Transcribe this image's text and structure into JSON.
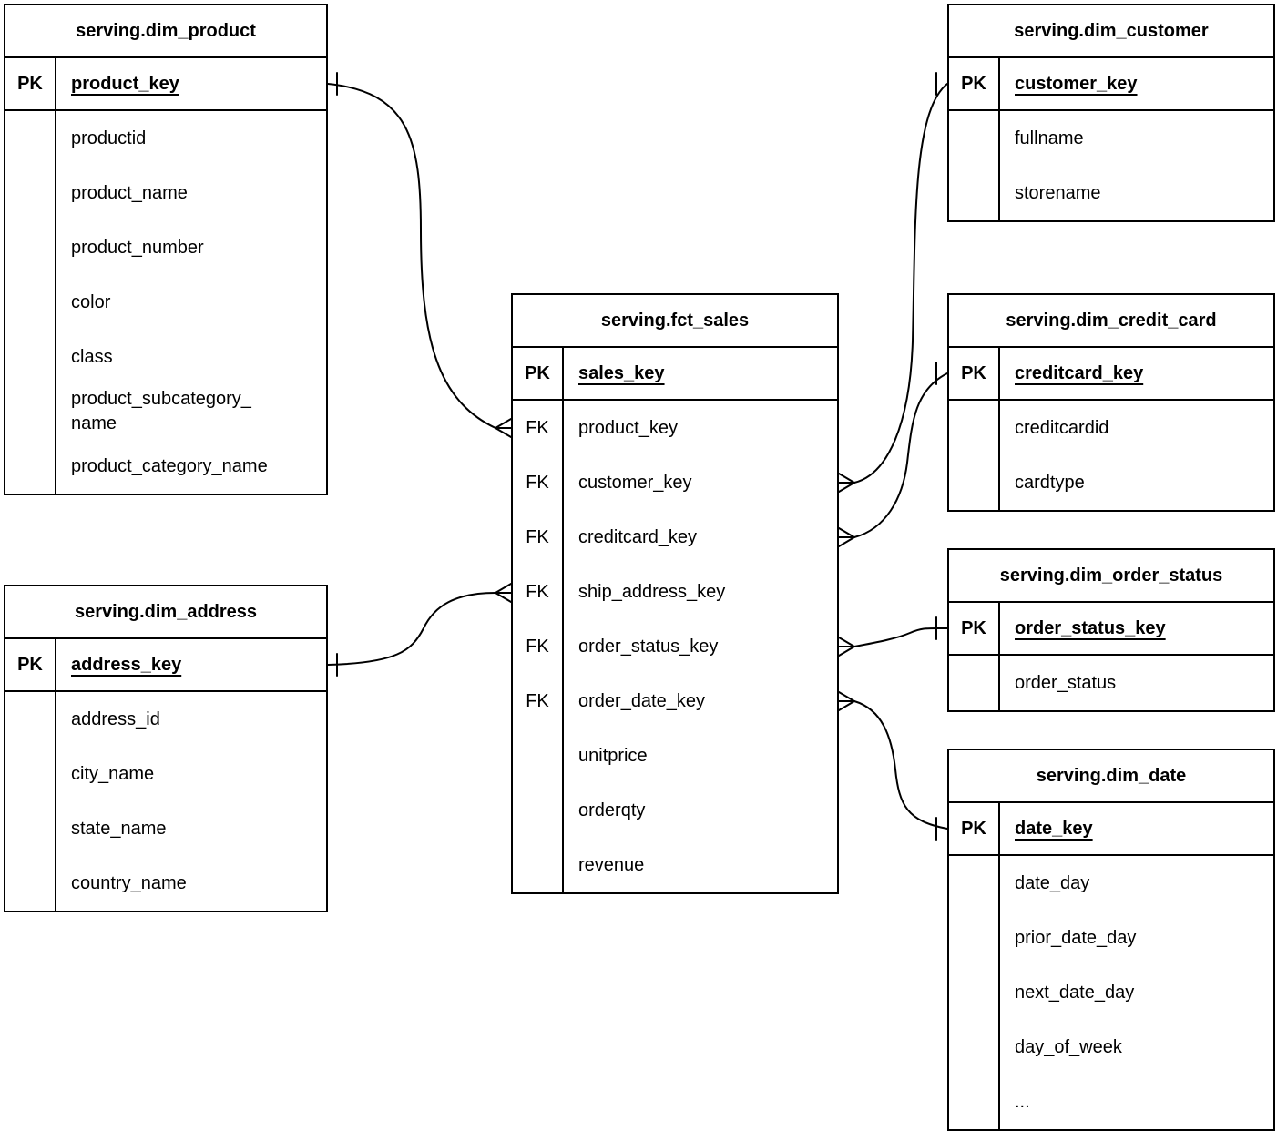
{
  "diagram": {
    "type": "entity-relationship",
    "colors": {
      "line": "#000000",
      "background": "#ffffff",
      "text": "#000000"
    },
    "tables": [
      {
        "id": "dim_product",
        "title": "serving.dim_product",
        "pk_label": "PK",
        "pk_field": "product_key",
        "fields": [
          {
            "tag": "",
            "name": "productid"
          },
          {
            "tag": "",
            "name": "product_name"
          },
          {
            "tag": "",
            "name": "product_number"
          },
          {
            "tag": "",
            "name": "color"
          },
          {
            "tag": "",
            "name": "class"
          },
          {
            "tag": "",
            "name": "product_subcategory_\nname"
          },
          {
            "tag": "",
            "name": "product_category_name"
          }
        ]
      },
      {
        "id": "dim_customer",
        "title": "serving.dim_customer",
        "pk_label": "PK",
        "pk_field": "customer_key",
        "fields": [
          {
            "tag": "",
            "name": "fullname"
          },
          {
            "tag": "",
            "name": "storename"
          }
        ]
      },
      {
        "id": "fct_sales",
        "title": "serving.fct_sales",
        "pk_label": "PK",
        "pk_field": "sales_key",
        "fields": [
          {
            "tag": "FK",
            "name": "product_key"
          },
          {
            "tag": "FK",
            "name": "customer_key"
          },
          {
            "tag": "FK",
            "name": "creditcard_key"
          },
          {
            "tag": "FK",
            "name": "ship_address_key"
          },
          {
            "tag": "FK",
            "name": "order_status_key"
          },
          {
            "tag": "FK",
            "name": "order_date_key"
          },
          {
            "tag": "",
            "name": "unitprice"
          },
          {
            "tag": "",
            "name": "orderqty"
          },
          {
            "tag": "",
            "name": "revenue"
          }
        ]
      },
      {
        "id": "dim_credit_card",
        "title": "serving.dim_credit_card",
        "pk_label": "PK",
        "pk_field": "creditcard_key",
        "fields": [
          {
            "tag": "",
            "name": "creditcardid"
          },
          {
            "tag": "",
            "name": "cardtype"
          }
        ]
      },
      {
        "id": "dim_order_status",
        "title": "serving.dim_order_status",
        "pk_label": "PK",
        "pk_field": "order_status_key",
        "fields": [
          {
            "tag": "",
            "name": "order_status"
          }
        ]
      },
      {
        "id": "dim_date",
        "title": "serving.dim_date",
        "pk_label": "PK",
        "pk_field": "date_key",
        "fields": [
          {
            "tag": "",
            "name": "date_day"
          },
          {
            "tag": "",
            "name": "prior_date_day"
          },
          {
            "tag": "",
            "name": "next_date_day"
          },
          {
            "tag": "",
            "name": "day_of_week"
          },
          {
            "tag": "",
            "name": "..."
          }
        ]
      },
      {
        "id": "dim_address",
        "title": "serving.dim_address",
        "pk_label": "PK",
        "pk_field": "address_key",
        "fields": [
          {
            "tag": "",
            "name": "address_id"
          },
          {
            "tag": "",
            "name": "city_name"
          },
          {
            "tag": "",
            "name": "state_name"
          },
          {
            "tag": "",
            "name": "country_name"
          }
        ]
      }
    ],
    "relationships": [
      {
        "from_table": "serving.fct_sales",
        "from_field": "product_key",
        "to_table": "serving.dim_product",
        "to_field": "product_key",
        "from_cardinality": "many",
        "to_cardinality": "one"
      },
      {
        "from_table": "serving.fct_sales",
        "from_field": "customer_key",
        "to_table": "serving.dim_customer",
        "to_field": "customer_key",
        "from_cardinality": "many",
        "to_cardinality": "one"
      },
      {
        "from_table": "serving.fct_sales",
        "from_field": "creditcard_key",
        "to_table": "serving.dim_credit_card",
        "to_field": "creditcard_key",
        "from_cardinality": "many",
        "to_cardinality": "one"
      },
      {
        "from_table": "serving.fct_sales",
        "from_field": "ship_address_key",
        "to_table": "serving.dim_address",
        "to_field": "address_key",
        "from_cardinality": "many",
        "to_cardinality": "one"
      },
      {
        "from_table": "serving.fct_sales",
        "from_field": "order_status_key",
        "to_table": "serving.dim_order_status",
        "to_field": "order_status_key",
        "from_cardinality": "many",
        "to_cardinality": "one"
      },
      {
        "from_table": "serving.fct_sales",
        "from_field": "order_date_key",
        "to_table": "serving.dim_date",
        "to_field": "date_key",
        "from_cardinality": "many",
        "to_cardinality": "one"
      }
    ]
  }
}
